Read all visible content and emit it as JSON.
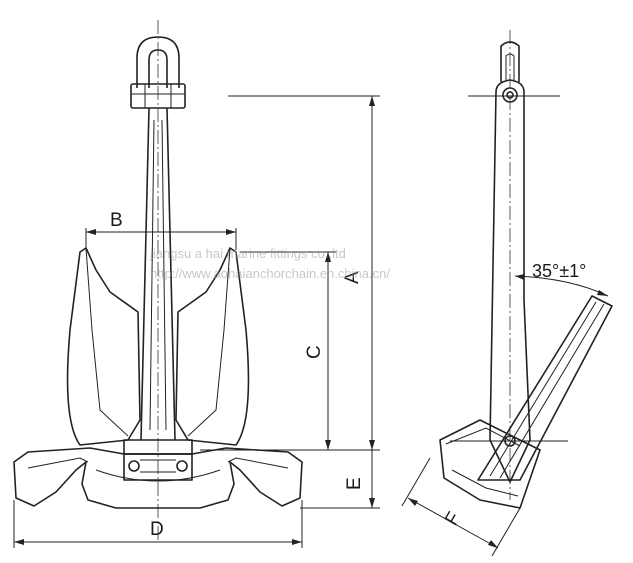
{
  "watermark": {
    "line1": "jiangsu a hai marine fittings co.,ltd",
    "line2": "http://www.aohaianchorchain.en.china.cn/"
  },
  "dimensions": {
    "A": "A",
    "B": "B",
    "C": "C",
    "D": "D",
    "E": "E",
    "F": "F"
  },
  "angle": "35°±1°",
  "colors": {
    "line": "#222222",
    "background": "#ffffff",
    "watermark": "#9a9a9a"
  }
}
